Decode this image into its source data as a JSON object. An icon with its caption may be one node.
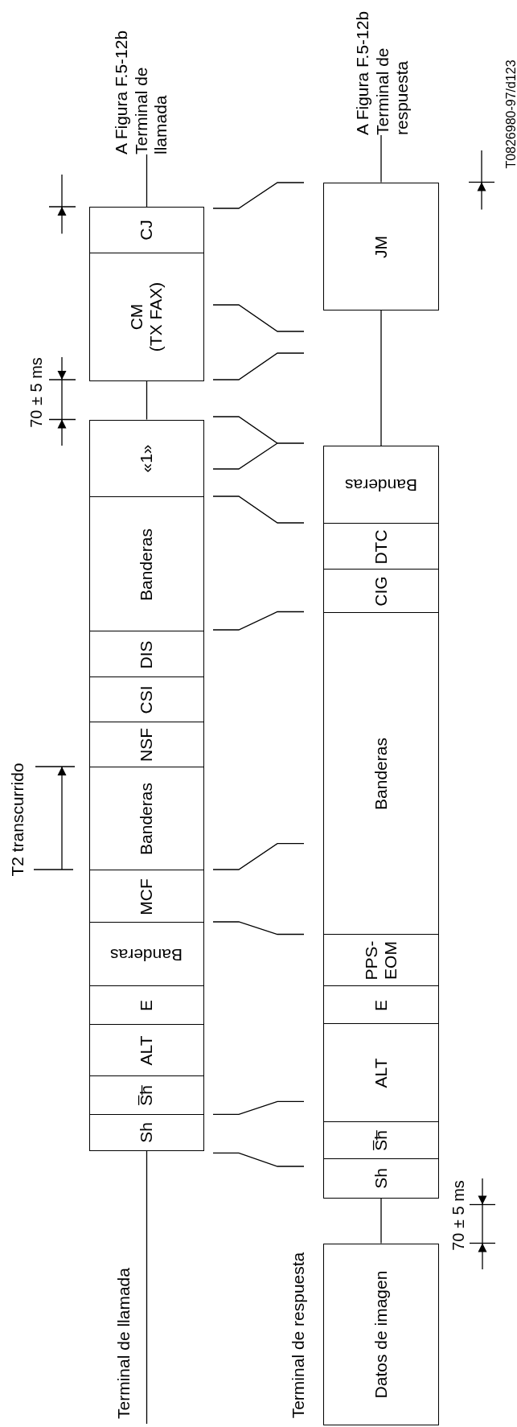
{
  "diagram": {
    "nodes": [
      {
        "text": [
          "A Figura F.5-12b Terminal de llamada"
        ]
      },
      {
        "text": [
          "CJ"
        ]
      },
      {
        "text": [
          "CM (TX FAX)"
        ]
      },
      {
        "text": [
          "«1»"
        ]
      },
      {
        "text": [
          "Banderas"
        ]
      },
      {
        "text": [
          "DIS"
        ]
      },
      {
        "text": [
          "CSI"
        ]
      },
      {
        "text": [
          "NSF"
        ]
      },
      {
        "text": [
          "Banderas"
        ]
      },
      {
        "text": [
          "MCF"
        ]
      },
      {
        "text": [
          "Banderas"
        ]
      },
      {
        "text": [
          "E"
        ]
      },
      {
        "text": [
          "ALT"
        ]
      },
      {
        "text": [
          "S̅h̅"
        ]
      },
      {
        "text": [
          "Sh"
        ]
      },
      {
        "text": [
          "A Figura F.5-12b Terminal de respuesta"
        ]
      },
      {
        "text": [
          "JM"
        ]
      },
      {
        "text": [
          "Banderas"
        ]
      },
      {
        "text": [
          "DTC"
        ]
      },
      {
        "text": [
          "CIG"
        ]
      },
      {
        "text": [
          "Banderas"
        ]
      },
      {
        "text": [
          "PPS-EOM"
        ]
      },
      {
        "text": [
          "E"
        ]
      },
      {
        "text": [
          "ALT"
        ]
      },
      {
        "text": [
          "S̅h̅"
        ]
      },
      {
        "text": [
          "Sh"
        ]
      },
      {
        "text": [
          "Datos de imagen"
        ]
      }
    ],
    "edges": [
      {
        "from": 1,
        "to": 0,
        "arrow": "none"
      },
      {
        "from": 2,
        "to": 3,
        "arrow": "none"
      },
      {
        "from": 14,
        "to": null,
        "arrow": "none"
      },
      {
        "from": 16,
        "to": 15,
        "arrow": "none"
      },
      {
        "from": 16,
        "to": 17,
        "arrow": "none"
      },
      {
        "from": 25,
        "to": 26,
        "arrow": "none"
      }
    ],
    "labels": [
      "70 ± 5 ms",
      "T2 transcurrido",
      "Terminal de llamada",
      "Terminal de respuesta",
      "70 ± 5 ms",
      "T0826980-97/d123"
    ]
  }
}
